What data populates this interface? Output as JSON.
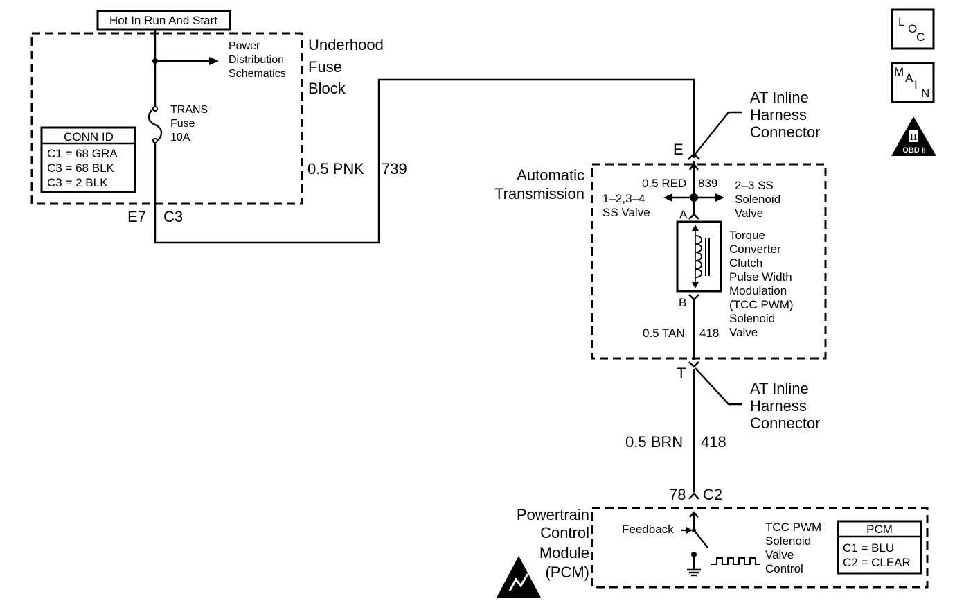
{
  "header": {
    "hot_label": "Hot In Run And Start"
  },
  "fuse_block": {
    "title_lines": [
      "Underhood",
      "Fuse",
      "Block"
    ],
    "power_lines": [
      "Power",
      "Distribution",
      "Schematics"
    ],
    "fuse_lines": [
      "TRANS",
      "Fuse",
      "10A"
    ],
    "conn_id": {
      "title": "CONN ID",
      "rows": [
        "C1 = 68 GRA",
        "C3 = 68 BLK",
        "C3 = 2 BLK"
      ]
    },
    "pin_left": "E7",
    "pin_right": "C3"
  },
  "wires": {
    "pnk": {
      "size_color": "0.5 PNK",
      "circuit": "739"
    },
    "red": {
      "size_color": "0.5 RED",
      "circuit": "839"
    },
    "tan": {
      "size_color": "0.5 TAN",
      "circuit": "418"
    },
    "brn": {
      "size_color": "0.5 BRN",
      "circuit": "418"
    }
  },
  "connectors": {
    "top": {
      "pin": "E",
      "label_lines": [
        "AT Inline",
        "Harness",
        "Connector"
      ]
    },
    "bottom": {
      "pin": "T",
      "label_lines": [
        "AT Inline",
        "Harness",
        "Connector"
      ]
    },
    "pcm_pin": "78",
    "pcm_conn": "C2"
  },
  "transmission": {
    "title_lines": [
      "Automatic",
      "Transmission"
    ],
    "left_branch": [
      "1–2,3–4",
      "SS Valve"
    ],
    "right_branch": [
      "2–3 SS",
      "Solenoid",
      "Valve"
    ],
    "pin_a": "A",
    "pin_b": "B",
    "solenoid_lines": [
      "Torque",
      "Converter",
      "Clutch",
      "Pulse Width",
      "Modulation",
      "(TCC PWM)",
      "Solenoid",
      "Valve"
    ]
  },
  "pcm": {
    "title_lines": [
      "Powertrain",
      "Control",
      "Module",
      "(PCM)"
    ],
    "feedback": "Feedback",
    "control_lines": [
      "TCC PWM",
      "Solenoid",
      "Valve",
      "Control"
    ],
    "conn_box": {
      "title": "PCM",
      "rows": [
        "C1 = BLU",
        "C2 = CLEAR"
      ]
    }
  },
  "nav_icons": {
    "loc": [
      "L",
      "O",
      "C"
    ],
    "main": [
      "M",
      "A",
      "I",
      "N"
    ],
    "obd": {
      "numeral": "II",
      "label": "OBD II"
    }
  }
}
